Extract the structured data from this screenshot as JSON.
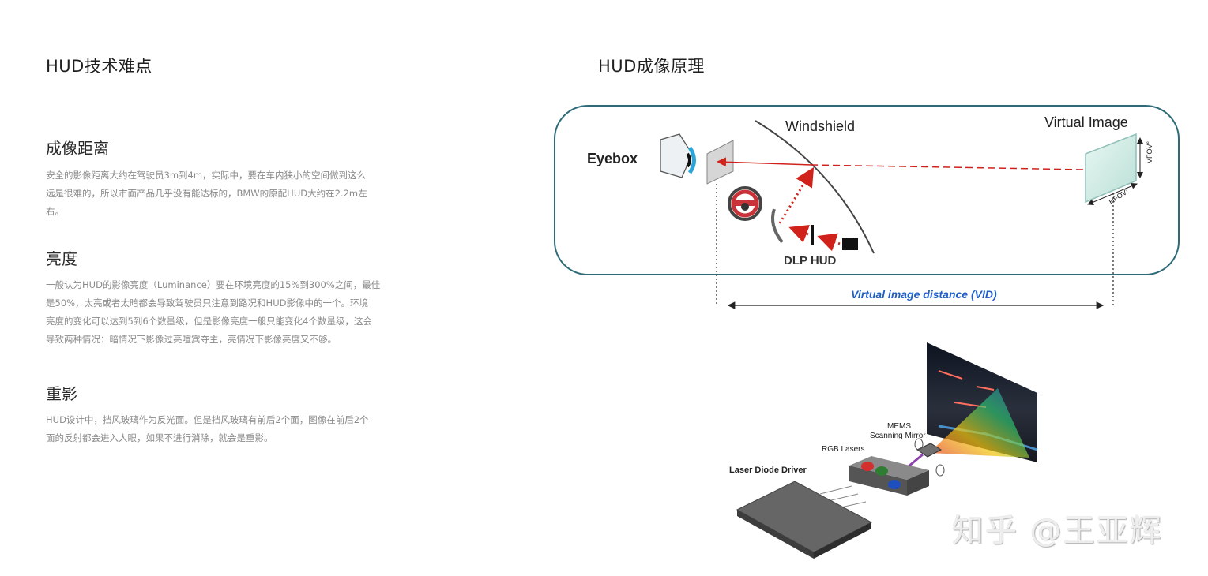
{
  "left": {
    "title": "HUD技术难点",
    "sections": [
      {
        "heading": "成像距离",
        "lines": [
          "安全的影像距离大约在驾驶员3m到4m，实际中，要在车内狭小的空间做到这么",
          "远是很难的，所以市面产品几乎没有能达标的，BMW的原配HUD大约在2.2m左",
          "右。"
        ]
      },
      {
        "heading": "亮度",
        "lines": [
          "一般认为HUD的影像亮度（Luminance）要在环境亮度的15%到300%之间，最佳",
          "是50%，太亮或者太暗都会导致驾驶员只注意到路况和HUD影像中的一个。环境",
          "亮度的变化可以达到5到6个数量级，但是影像亮度一般只能变化4个数量级，这会",
          "导致两种情况：暗情况下影像过亮喧宾夺主，亮情况下影像亮度又不够。"
        ]
      },
      {
        "heading": "重影",
        "lines": [
          "HUD设计中，挡风玻璃作为反光面。但是挡风玻璃有前后2个面，图像在前后2个",
          "面的反射都会进入人眼，如果不进行消除，就会是重影。"
        ]
      }
    ]
  },
  "right": {
    "title": "HUD成像原理",
    "diagram1": {
      "eyebox": "Eyebox",
      "windshield": "Windshield",
      "virtual_image": "Virtual Image",
      "vfov": "VFOV°",
      "hfov": "HFOV°",
      "dlp_hud": "DLP HUD",
      "vid": "Virtual image distance (VID)"
    },
    "diagram2": {
      "laser_driver": "Laser Diode Driver",
      "rgb_lasers": "RGB Lasers",
      "mems_line1": "MEMS",
      "mems_line2": "Scanning Mirror"
    }
  },
  "watermark": "知乎 @王亚辉",
  "colors": {
    "frame": "#2e6b78",
    "arrow_red": "#d0221b",
    "vid_blue": "#1f5fc8"
  }
}
